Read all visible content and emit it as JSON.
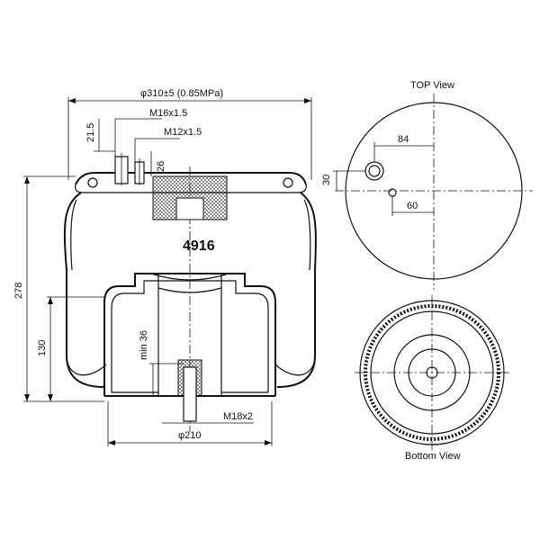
{
  "drawing": {
    "part_number": "4916",
    "views": {
      "top": "TOP View",
      "bottom": "Bottom View"
    },
    "dimensions": {
      "overall_diameter": "φ310±5 (0.85MPa)",
      "stud_thread_1": "M16x1.5",
      "stud_thread_2": "M12x1.5",
      "offset_21_5": "21.5",
      "height_26": "26",
      "overall_height": "278",
      "lower_height": "130",
      "min_36": "min 36",
      "bottom_diameter": "φ210",
      "bottom_thread": "M18x2",
      "top_view_84": "84",
      "top_view_30": "30",
      "top_view_60": "60"
    }
  }
}
